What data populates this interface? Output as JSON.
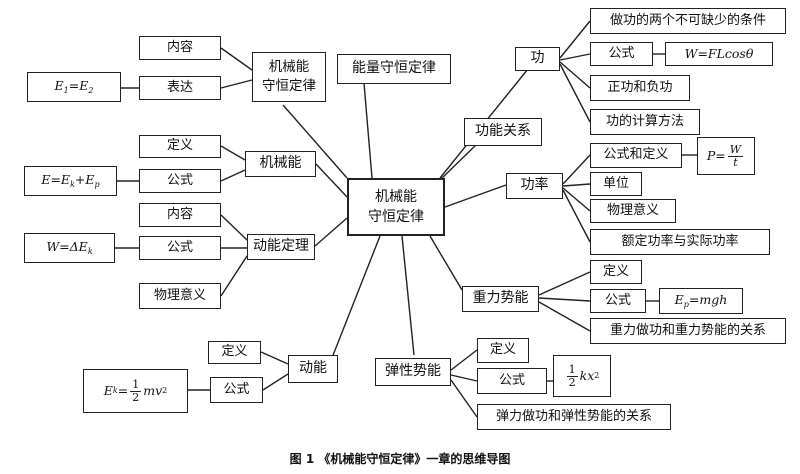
{
  "center": {
    "line1": "机械能",
    "line2": "守恒定律"
  },
  "law": {
    "line1": "机械能",
    "line2": "守恒定律",
    "content": "内容",
    "expression": "表达",
    "formula_left": "E",
    "formula_sub1": "1",
    "formula_mid": "=E",
    "formula_sub2": "2"
  },
  "energy_conservation": "能量守恒定律",
  "work_energy_relation": "功能关系",
  "mech_energy": {
    "label": "机械能",
    "definition": "定义",
    "formula": "公式",
    "eq_a": "E=E",
    "eq_k": "k",
    "eq_plus": "+E",
    "eq_p": "p"
  },
  "kinetic_theorem": {
    "label": "动能定理",
    "content": "内容",
    "formula": "公式",
    "physics_meaning": "物理意义",
    "eq_a": "W=ΔE",
    "eq_k": "k"
  },
  "kinetic_energy": {
    "label": "动能",
    "definition": "定义",
    "formula": "公式",
    "eq_lhs": "E",
    "eq_k": "k",
    "eq_eq": "=",
    "frac_num": "1",
    "frac_den": "2",
    "eq_rhs": "mv",
    "eq_sup": "2"
  },
  "elastic": {
    "label": "弹性势能",
    "definition": "定义",
    "formula": "公式",
    "relation": "弹力做功和弹性势能的关系",
    "frac_num": "1",
    "frac_den": "2",
    "eq_rhs": "kx",
    "eq_sup": "2"
  },
  "gravity": {
    "label": "重力势能",
    "definition": "定义",
    "formula": "公式",
    "relation": "重力做功和重力势能的关系",
    "eq_lhs": "E",
    "eq_p": "p",
    "eq_rhs": "=mgh"
  },
  "power": {
    "label": "功率",
    "formula_def": "公式和定义",
    "unit": "单位",
    "physics_meaning": "物理意义",
    "rated_actual": "额定功率与实际功率",
    "eq_lhs": "P=",
    "frac_num": "W",
    "frac_den": "t"
  },
  "work": {
    "label": "功",
    "conditions": "做功的两个不可缺少的条件",
    "formula": "公式",
    "eq": "W=FLcosθ",
    "pos_neg": "正功和负功",
    "calc": "功的计算方法"
  },
  "caption": "图 1 《机械能守恒定律》一章的思维导图"
}
